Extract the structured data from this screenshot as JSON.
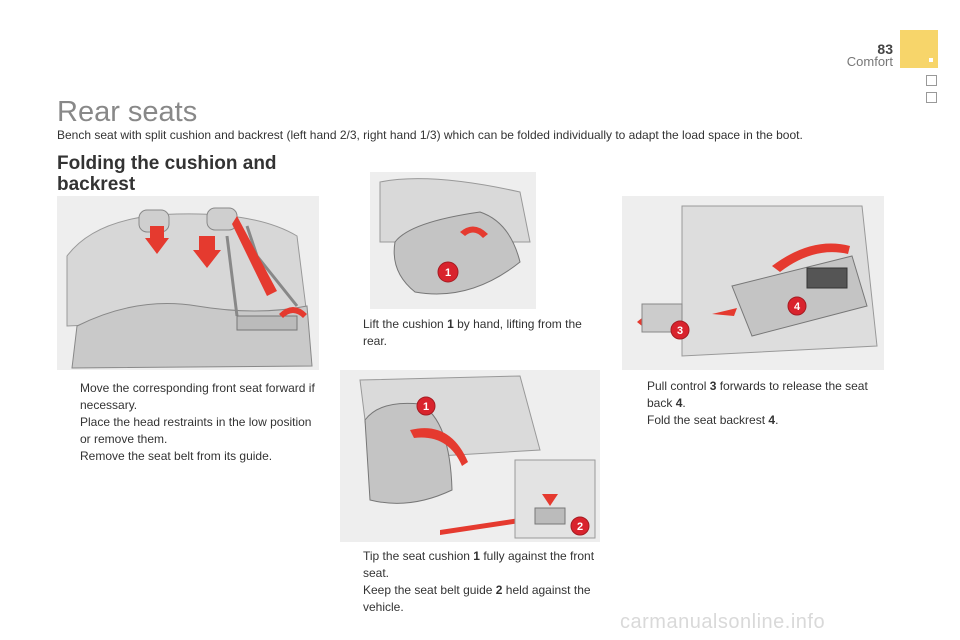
{
  "header": {
    "page_number": "83",
    "section": "Comfort"
  },
  "title": "Rear seats",
  "intro": "Bench seat with split cushion and backrest (left hand 2/3, right hand 1/3) which can be folded individually to adapt the load space in the boot.",
  "section_heading": {
    "line1": "Folding the cushion and",
    "line2": "backrest"
  },
  "bullet_glyph": "",
  "steps_left": [
    {
      "text": "Move the corresponding front seat forward if necessary."
    },
    {
      "text": "Place the head restraints in the low position or remove them."
    },
    {
      "text": "Remove the seat belt from its guide."
    }
  ],
  "step_lift": {
    "pre": "Lift the cushion ",
    "bold": "1",
    "post": " by hand, lifting from the rear."
  },
  "step_tip": {
    "pre": "Tip the seat cushion ",
    "bold": "1",
    "post": " fully against the front seat."
  },
  "step_guide": {
    "pre": "Keep the seat belt guide ",
    "bold": "2",
    "post": " held against the vehicle."
  },
  "step_pull": {
    "pre": "Pull control ",
    "bold": "3",
    "post": " forwards to release the seat back ",
    "bold2": "4",
    "post2": "."
  },
  "step_fold": {
    "pre": "Fold the seat backrest ",
    "bold": "4",
    "post": "."
  },
  "callouts": {
    "one": "1",
    "two": "2",
    "three": "3",
    "four": "4"
  },
  "colors": {
    "accent_yellow": "#f7d56a",
    "arrow_red": "#e53a2f",
    "callout_red": "#d9232d"
  },
  "watermark": "carmanualsonline.info"
}
